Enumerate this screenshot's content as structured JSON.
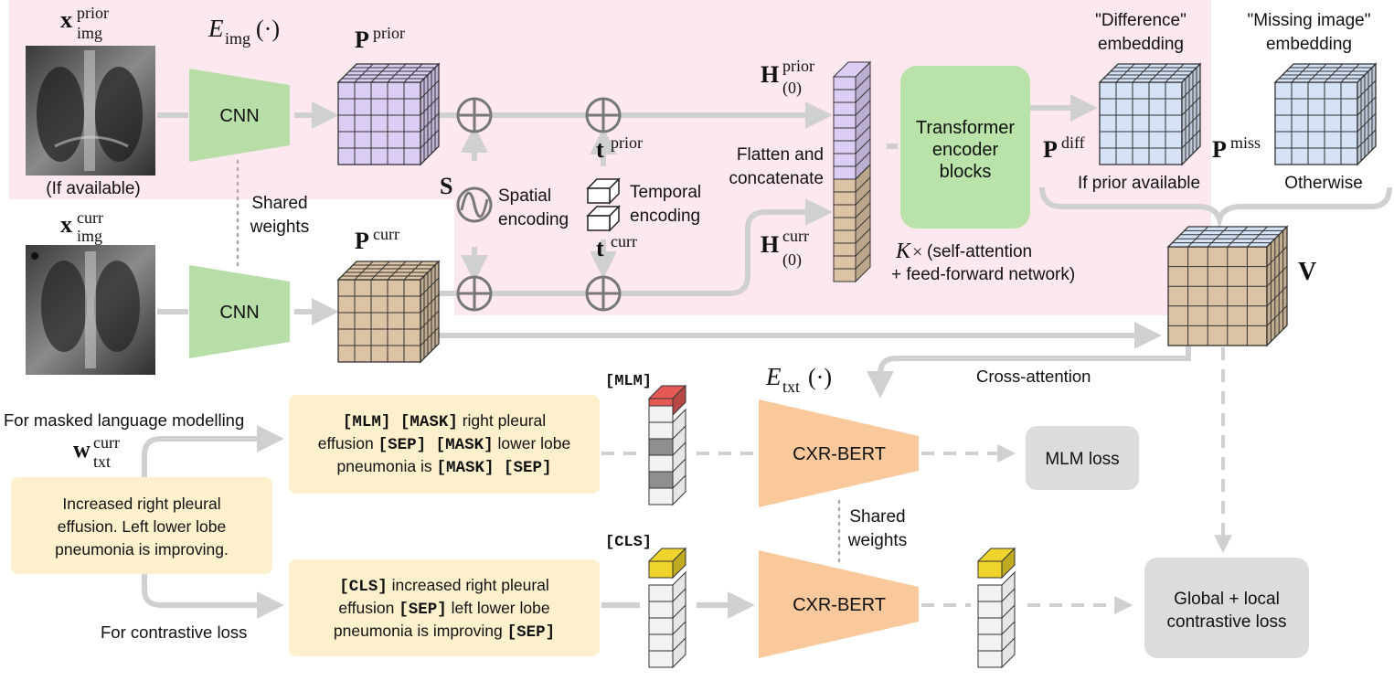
{
  "colors": {
    "prior_region": "#fde8ef",
    "cnn": "#b7dea6",
    "prior_cube": "#dccdf5",
    "curr_cube": "#dcc3a4",
    "diff_cube": "#d6e2f5",
    "transformer": "#b9e3a8",
    "cxr_bert": "#f9c99b",
    "text_box": "#fdf0cd",
    "loss_box": "#dcdcdc",
    "mlm_token": "#e65a56",
    "cls_token": "#efd52b",
    "masked_token": "#8f8f8f",
    "arrow": "#d0d0d0"
  },
  "image_branch": {
    "x_prior_base": "x",
    "x_prior_sub": "img",
    "x_prior_sup": "prior",
    "x_curr_base": "x",
    "x_curr_sub": "img",
    "x_curr_sup": "curr",
    "if_available": "(If available)",
    "encoder_base": "E",
    "encoder_sub": "img",
    "encoder_args": "(·)",
    "cnn_label": "CNN",
    "shared_weights_line1": "Shared",
    "shared_weights_line2": "weights",
    "p_prior_base": "P",
    "p_prior_sup": "prior",
    "p_curr_base": "P",
    "p_curr_sup": "curr",
    "spatial_symbol": "S",
    "spatial_line1": "Spatial",
    "spatial_line2": "encoding",
    "t_prior_base": "t",
    "t_prior_sup": "prior",
    "t_curr_base": "t",
    "t_curr_sup": "curr",
    "temporal_line1": "Temporal",
    "temporal_line2": "encoding",
    "flatten_line1": "Flatten and",
    "flatten_line2": "concatenate",
    "h_prior_base": "H",
    "h_prior_sup": "prior",
    "h_prior_sub": "(0)",
    "h_curr_base": "H",
    "h_curr_sup": "curr",
    "h_curr_sub": "(0)",
    "transformer_line1": "Transformer",
    "transformer_line2": "encoder",
    "transformer_line3": "blocks",
    "k_symbol": "K",
    "k_times": "×",
    "k_line1": "(self-attention",
    "k_line2": "+ feed-forward network)",
    "diff_title1": "\"Difference\"",
    "diff_title2": "embedding",
    "miss_title1": "\"Missing image\"",
    "miss_title2": "embedding",
    "p_diff_base": "P",
    "p_diff_sup": "diff",
    "p_miss_base": "P",
    "p_miss_sup": "miss",
    "if_prior": "If prior available",
    "otherwise": "Otherwise",
    "v_symbol": "V"
  },
  "text_branch": {
    "encoder_base": "E",
    "encoder_sub": "txt",
    "encoder_args": "(·)",
    "cross_attention": "Cross-attention",
    "mlm_caption": "For masked language modelling",
    "contrastive_caption": "For contrastive loss",
    "w_base": "w",
    "w_sub": "txt",
    "w_sup": "curr",
    "report_line1": "Increased right pleural",
    "report_line2": "effusion. Left lower lobe",
    "report_line3": "pneumonia is improving.",
    "mlm_box": [
      [
        {
          "t": "[MLM] [MASK]",
          "mono": true
        },
        {
          "t": " right pleural",
          "mono": false
        }
      ],
      [
        {
          "t": "effusion ",
          "mono": false
        },
        {
          "t": "[SEP] [MASK]",
          "mono": true
        },
        {
          "t": " lower lobe",
          "mono": false
        }
      ],
      [
        {
          "t": "pneumonia is ",
          "mono": false
        },
        {
          "t": "[MASK] [SEP]",
          "mono": true
        }
      ]
    ],
    "cls_box": [
      [
        {
          "t": "[CLS]",
          "mono": true
        },
        {
          "t": " increased right pleural",
          "mono": false
        }
      ],
      [
        {
          "t": "effusion ",
          "mono": false
        },
        {
          "t": "[SEP]",
          "mono": true
        },
        {
          "t": " left lower lobe",
          "mono": false
        }
      ],
      [
        {
          "t": "pneumonia is improving ",
          "mono": false
        },
        {
          "t": "[SEP]",
          "mono": true
        }
      ]
    ],
    "mlm_token": "[MLM]",
    "cls_token": "[CLS]",
    "cxr_bert": "CXR-BERT",
    "shared_line1": "Shared",
    "shared_line2": "weights",
    "mlm_loss": "MLM loss",
    "contrastive_loss_line1": "Global + local",
    "contrastive_loss_line2": "contrastive loss"
  }
}
